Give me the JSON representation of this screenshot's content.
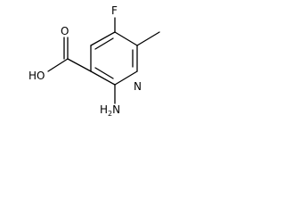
{
  "molecule": {
    "atoms": {
      "fluorine": "F",
      "oxygen_carbonyl": "O",
      "hydroxyl": "HO",
      "ring_nitrogen": "N",
      "amine_prefix": "H",
      "amine_subscript": "2",
      "amine_suffix": "N"
    }
  },
  "colors": {
    "bond": "#000000",
    "text": "#000000",
    "background": "#ffffff"
  }
}
